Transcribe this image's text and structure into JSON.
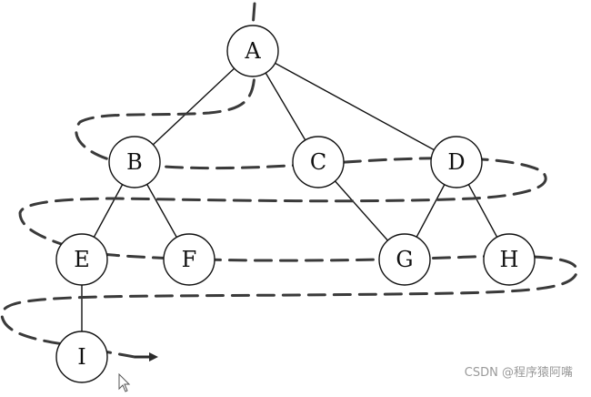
{
  "diagram": {
    "nodes": [
      {
        "id": "A",
        "label": "A"
      },
      {
        "id": "B",
        "label": "B"
      },
      {
        "id": "C",
        "label": "C"
      },
      {
        "id": "D",
        "label": "D"
      },
      {
        "id": "E",
        "label": "E"
      },
      {
        "id": "F",
        "label": "F"
      },
      {
        "id": "G",
        "label": "G"
      },
      {
        "id": "H",
        "label": "H"
      },
      {
        "id": "I",
        "label": "I"
      }
    ],
    "edges": [
      [
        "A",
        "B"
      ],
      [
        "A",
        "C"
      ],
      [
        "A",
        "D"
      ],
      [
        "B",
        "E"
      ],
      [
        "B",
        "F"
      ],
      [
        "C",
        "G"
      ],
      [
        "D",
        "G"
      ],
      [
        "D",
        "H"
      ],
      [
        "E",
        "I"
      ]
    ],
    "traversal_order": [
      "A",
      "B",
      "C",
      "D",
      "E",
      "F",
      "G",
      "H",
      "I"
    ]
  },
  "watermark": "CSDN @程序猿阿嘴"
}
